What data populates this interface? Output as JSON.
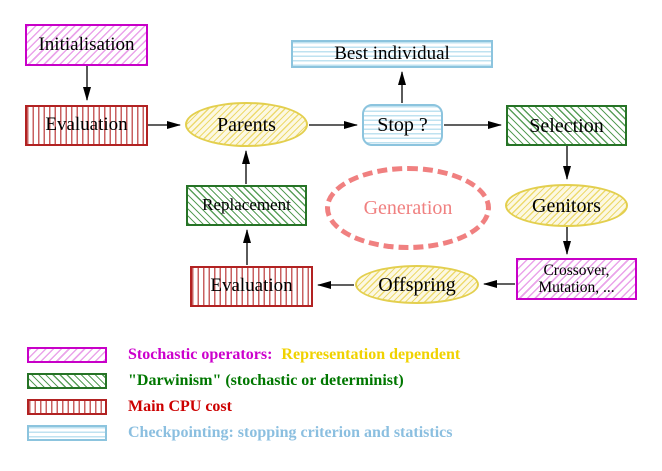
{
  "nodes": {
    "initialisation": "Initialisation",
    "evaluation_top": "Evaluation",
    "best_individual": "Best individual",
    "parents": "Parents",
    "stop": "Stop ?",
    "selection": "Selection",
    "replacement": "Replacement",
    "generation": "Generation",
    "genitors": "Genitors",
    "evaluation_bottom": "Evaluation",
    "offspring": "Offspring",
    "crossover_line1": "Crossover,",
    "crossover_line2": "Mutation, ..."
  },
  "legend": {
    "items": [
      {
        "swatch": "magenta-diagonal-hatch",
        "label": "Stochastic operators:",
        "label_secondary": "Representation dependent"
      },
      {
        "swatch": "green-diagonal-hatch",
        "label": "\"Darwinism\" (stochastic or determinist)"
      },
      {
        "swatch": "red-vertical-stripes",
        "label": "Main CPU cost"
      },
      {
        "swatch": "cyan-horizontal-stripes",
        "label": "Checkpointing: stopping criterion and statistics"
      }
    ]
  },
  "colors": {
    "magenta_border": "#C800C8",
    "red_border": "#B22222",
    "green_border": "#267326",
    "yellow_border": "#E3CF4E",
    "cyan_border": "#8CC4DE",
    "salmon_dashed": "#F08080",
    "legend_magenta_text": "#CC00CC",
    "legend_gold_text": "#F0D200",
    "legend_green_text": "#007700",
    "legend_red_text": "#CC0000",
    "legend_blue_text": "#8BBFE0"
  }
}
